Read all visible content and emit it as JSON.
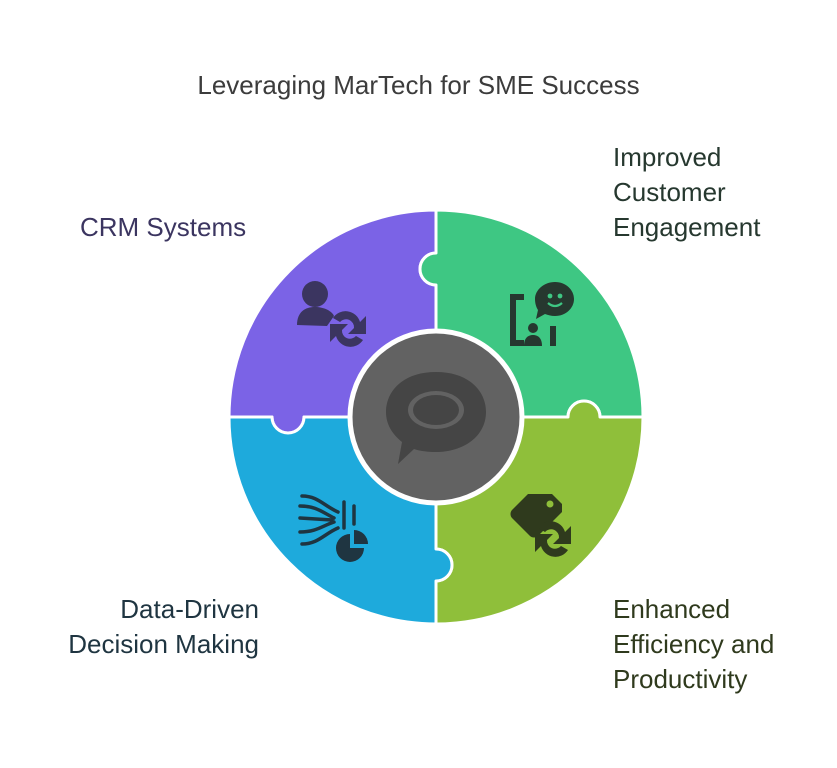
{
  "title": "Leveraging MarTech for SME Success",
  "pieces": [
    {
      "id": "crm",
      "label_lines": [
        "CRM Systems"
      ],
      "color": "#7b63e6",
      "icon": "user-sync-icon"
    },
    {
      "id": "engagement",
      "label_lines": [
        "Improved",
        "Customer",
        "Engagement"
      ],
      "color": "#3ec783",
      "icon": "chat-person-icon"
    },
    {
      "id": "efficiency",
      "label_lines": [
        "Enhanced",
        "Efficiency and",
        "Productivity"
      ],
      "color": "#8fbf3a",
      "icon": "tag-sync-icon"
    },
    {
      "id": "data",
      "label_lines": [
        "Data-Driven",
        "Decision Making"
      ],
      "color": "#1eaadc",
      "icon": "flow-chart-icon"
    }
  ],
  "center": {
    "color": "#626262",
    "icon": "speech-bubble-icon"
  }
}
